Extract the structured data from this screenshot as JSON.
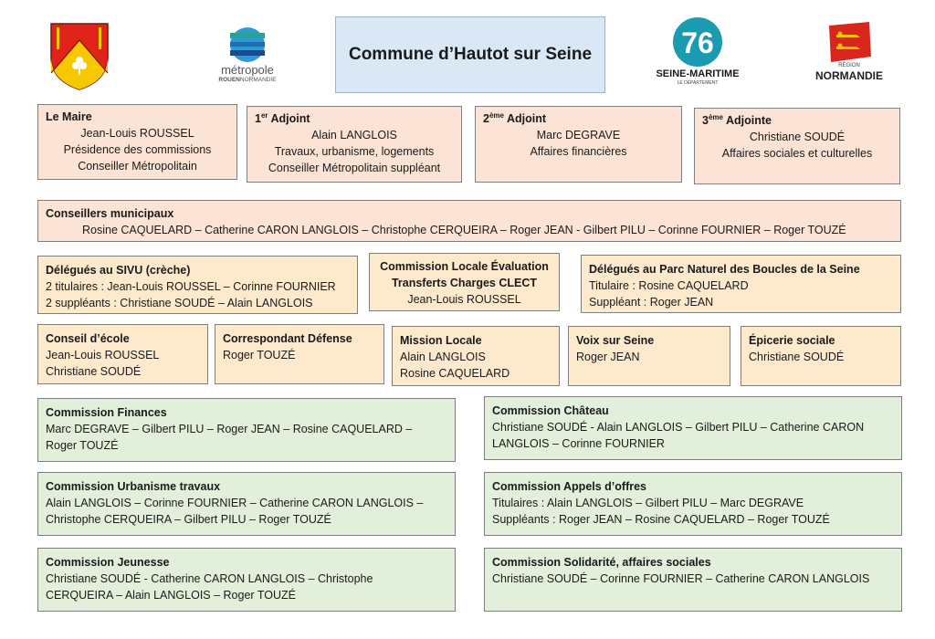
{
  "header": {
    "title": "Commune d’Hautot sur Seine",
    "metropole_logo": {
      "line1": "métropole",
      "line2a": "ROUEN",
      "line2b": "NORMANDIE"
    },
    "seine_maritime_logo": {
      "number": "76",
      "name": "SEINE-MARITIME",
      "sub": "LE DÉPARTEMENT"
    },
    "normandie_logo": {
      "line1": "RÉGION",
      "line2": "NORMANDIE"
    }
  },
  "executive": [
    {
      "title": "Le Maire",
      "lines": [
        "Jean-Louis ROUSSEL",
        "Présidence des commissions",
        "Conseiller Métropolitain"
      ]
    },
    {
      "title_num": "1",
      "title_sup": "er",
      "title_rest": " Adjoint",
      "lines": [
        "Alain LANGLOIS",
        "Travaux, urbanisme, logements",
        "Conseiller Métropolitain suppléant"
      ]
    },
    {
      "title_num": "2",
      "title_sup": "ème",
      "title_rest": " Adjoint",
      "lines": [
        "Marc DEGRAVE",
        "Affaires financières"
      ]
    },
    {
      "title_num": "3",
      "title_sup": "ème",
      "title_rest": " Adjointe",
      "lines": [
        "Christiane SOUDÉ",
        "Affaires sociales et culturelles"
      ]
    }
  ],
  "council": {
    "title": "Conseillers municipaux",
    "members": "Rosine CAQUELARD – Catherine CARON LANGLOIS – Christophe CERQUEIRA – Roger JEAN - Gilbert PILU – Corinne FOURNIER – Roger TOUZÉ"
  },
  "delegates": [
    {
      "title": "Délégués au SIVU (crèche)",
      "lines": [
        "2 titulaires : Jean-Louis ROUSSEL – Corinne FOURNIER",
        "2 suppléants : Christiane SOUDÉ – Alain LANGLOIS"
      ]
    },
    {
      "title1": "Commission Locale Évaluation",
      "title2": "Transferts Charges CLECT",
      "lines": [
        "Jean-Louis ROUSSEL"
      ]
    },
    {
      "title": "Délégués au Parc Naturel des Boucles de la Seine",
      "lines": [
        "Titulaire : Rosine CAQUELARD",
        "Suppléant : Roger JEAN"
      ]
    }
  ],
  "committees_small": [
    {
      "title": "Conseil d’école",
      "lines": [
        "Jean-Louis ROUSSEL",
        "Christiane SOUDÉ"
      ]
    },
    {
      "title": "Correspondant Défense",
      "lines": [
        "Roger TOUZÉ"
      ]
    },
    {
      "title": "Mission Locale",
      "lines": [
        "Alain LANGLOIS",
        "Rosine CAQUELARD"
      ]
    },
    {
      "title": "Voix sur Seine",
      "lines": [
        "Roger JEAN"
      ]
    },
    {
      "title": "Épicerie sociale",
      "lines": [
        "Christiane SOUDÉ"
      ]
    }
  ],
  "commissions": [
    {
      "title": "Commission Finances",
      "lines": [
        "Marc DEGRAVE – Gilbert PILU – Roger JEAN – Rosine CAQUELARD –",
        "Roger TOUZÉ"
      ]
    },
    {
      "title": "Commission Château",
      "lines": [
        "Christiane SOUDÉ - Alain LANGLOIS – Gilbert PILU – Catherine CARON",
        "LANGLOIS – Corinne FOURNIER"
      ]
    },
    {
      "title": "Commission Urbanisme travaux",
      "lines": [
        "Alain LANGLOIS – Corinne FOURNIER – Catherine CARON LANGLOIS –",
        "Christophe CERQUEIRA – Gilbert PILU – Roger TOUZÉ"
      ]
    },
    {
      "title": "Commission Appels d’offres",
      "lines": [
        "Titulaires : Alain LANGLOIS – Gilbert PILU – Marc DEGRAVE",
        "Suppléants : Roger JEAN – Rosine CAQUELARD – Roger TOUZÉ"
      ]
    },
    {
      "title": "Commission Jeunesse",
      "lines": [
        "Christiane SOUDÉ - Catherine CARON LANGLOIS – Christophe",
        "CERQUEIRA – Alain LANGLOIS – Roger TOUZÉ"
      ]
    },
    {
      "title": "Commission Solidarité, affaires sociales",
      "lines": [
        "Christiane SOUDÉ – Corinne FOURNIER – Catherine CARON LANGLOIS"
      ]
    }
  ],
  "colors": {
    "salmon": "#fbe3d6",
    "peach": "#fde9cc",
    "green": "#e2efda",
    "banner": "#dae8f6"
  }
}
